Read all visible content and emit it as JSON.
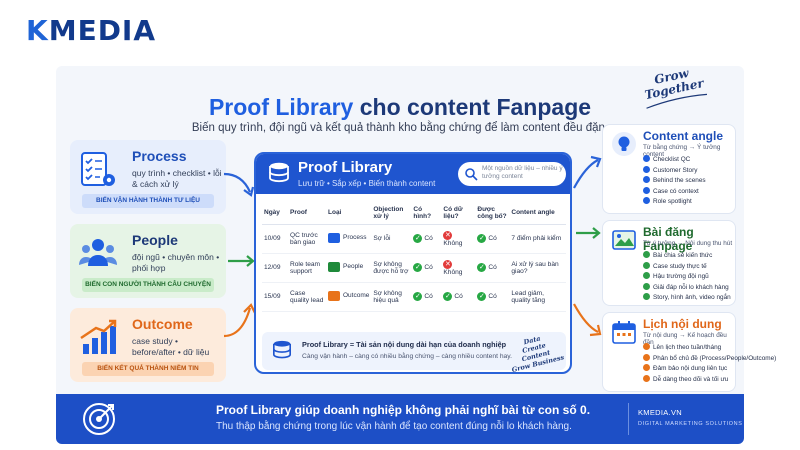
{
  "brand": {
    "logo_k": "K",
    "logo_rest": "MEDIA"
  },
  "header": {
    "title_highlight": "Proof Library",
    "title_rest": " cho content Fanpage",
    "subtitle": "Biến quy trình, đội ngũ và kết quả thành kho bằng chứng để làm content đều đặn.",
    "stamp": [
      "Grow",
      "Together"
    ]
  },
  "left_cards": [
    {
      "name": "Process",
      "desc": "quy trình • checklist • lỗi & cách xử lý",
      "tag": "BIẾN VẬN HÀNH THÀNH TƯ LIỆU",
      "color": "#1f5fe0",
      "icon": "checklist-gear-icon"
    },
    {
      "name": "People",
      "desc": "đội ngũ • chuyên môn • phối hợp",
      "tag": "BIẾN CON NGƯỜI THÀNH CÂU CHUYỆN",
      "color": "#1f8a3a",
      "icon": "people-group-icon"
    },
    {
      "name": "Outcome",
      "desc": "case study • before/after • dữ liệu",
      "tag": "BIẾN KẾT QUẢ THÀNH NIỀM TIN",
      "color": "#e8731a",
      "icon": "growth-chart-icon"
    }
  ],
  "library": {
    "title": "Proof Library",
    "subtitle": "Lưu trữ • Sắp xếp • Biến thành content",
    "search_text": "Một nguồn dữ liệu – nhiều ý tưởng content",
    "columns": [
      "Ngày",
      "Proof",
      "Loại",
      "Objection xử lý",
      "Có hình?",
      "Có dữ liệu?",
      "Được công bố?",
      "Content angle"
    ],
    "rows": [
      {
        "date": "10/09",
        "proof": "QC trước bàn giao",
        "type": "Process",
        "type_color": "#1f5fe0",
        "objection": "Sợ lỗi",
        "img": "Có",
        "img_ok": true,
        "data": "Không",
        "data_ok": false,
        "pub": "Có",
        "pub_ok": true,
        "angle": "7 điểm phải kiểm"
      },
      {
        "date": "12/09",
        "proof": "Role team support",
        "type": "People",
        "type_color": "#1f8a3a",
        "objection": "Sợ không được hỗ trợ",
        "img": "Có",
        "img_ok": true,
        "data": "Không",
        "data_ok": false,
        "pub": "Có",
        "pub_ok": true,
        "angle": "Ai xử lý sau bàn giao?"
      },
      {
        "date": "15/09",
        "proof": "Case quality lead",
        "type": "Outcome",
        "type_color": "#e8731a",
        "objection": "Sợ không hiệu quả",
        "img": "Có",
        "img_ok": true,
        "data": "Có",
        "data_ok": true,
        "pub": "Có",
        "pub_ok": true,
        "angle": "Lead giảm, quality tăng"
      }
    ],
    "note_title": "Proof Library = Tài sản nội dung dài hạn của doanh nghiệp",
    "note_text": "Càng vận hành – càng có nhiều bằng chứng – càng nhiều content hay.",
    "note_stamp": [
      "Data",
      "Create Content",
      "Grow Business"
    ]
  },
  "right_cards": [
    {
      "name": "Content angle",
      "desc": "Từ bằng chứng → Ý tưởng content",
      "color": "#1f5fe0",
      "icon": "lightbulb-icon",
      "items": [
        "Checklist QC",
        "Customer Story",
        "Behind the scenes",
        "Case có context",
        "Role spotlight"
      ]
    },
    {
      "name": "Bài đăng Fanpage",
      "desc": "Từ ý tưởng → Nội dung thu hút",
      "color": "#1f8a3a",
      "icon": "post-image-icon",
      "items": [
        "Bài chia sẻ kiến thức",
        "Case study thực tế",
        "Hậu trường đội ngũ",
        "Giải đáp nỗi lo khách hàng",
        "Story, hình ảnh, video ngắn"
      ]
    },
    {
      "name": "Lịch nội dung",
      "desc": "Từ nội dung → Kế hoạch đều đặn",
      "color": "#e8731a",
      "icon": "calendar-icon",
      "items": [
        "Lên lịch theo tuần/tháng",
        "Phân bổ chủ đề (Process/People/Outcome)",
        "Đảm bảo nội dung liên tục",
        "Dễ dàng theo dõi và tối ưu"
      ]
    }
  ],
  "banner": {
    "line1": "Proof Library giúp doanh nghiệp không phải nghĩ bài từ con số 0.",
    "line2": "Thu thập bằng chứng trong lúc vận hành để tạo content đúng nỗi lo khách hàng.",
    "site": "KMEDIA.VN",
    "tagline": "DIGITAL MARKETING SOLUTIONS"
  }
}
